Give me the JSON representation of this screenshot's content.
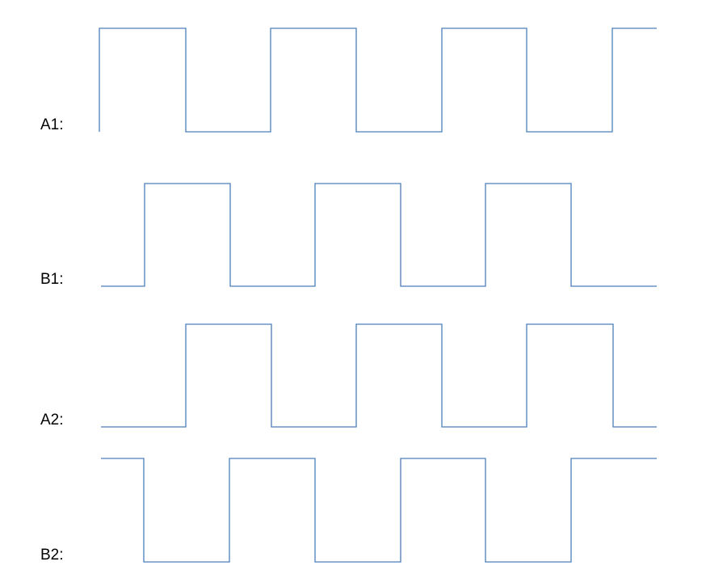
{
  "style": {
    "wave_color": "#4a7ebb"
  },
  "signals": [
    {
      "label": "A1:",
      "levels": "1010101010101"
    },
    {
      "label": "B1:",
      "levels": "010101010"
    },
    {
      "label": "A2:",
      "levels": "0101010"
    },
    {
      "label": "B2:",
      "levels": "101010101"
    }
  ]
}
